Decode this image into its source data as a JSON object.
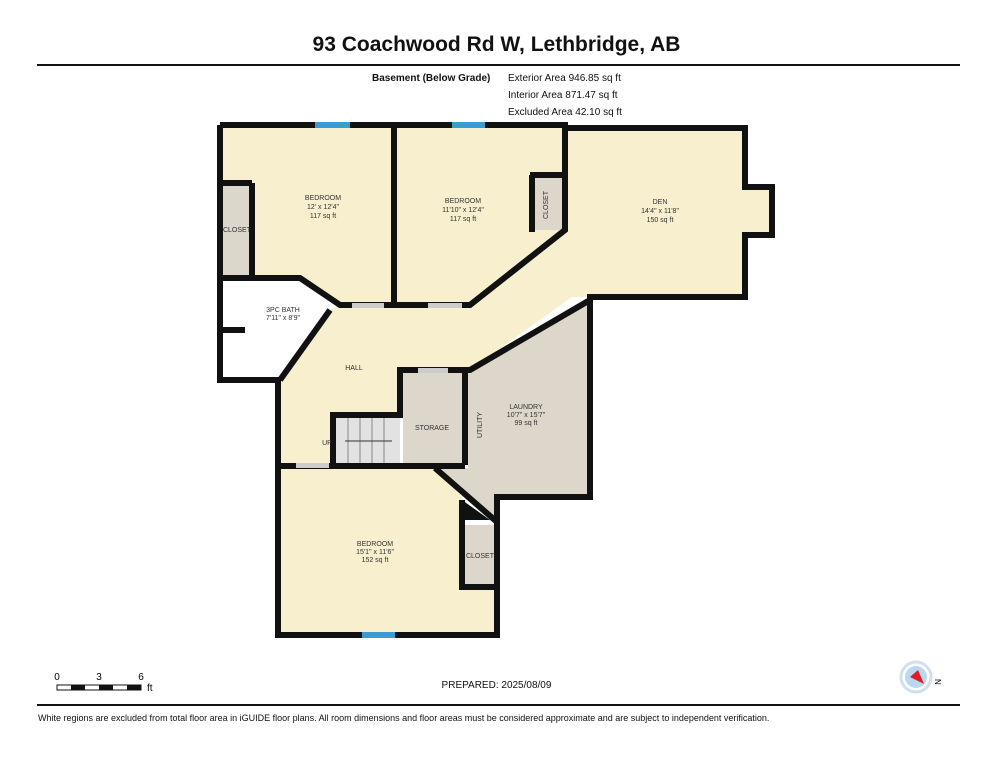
{
  "title": "93 Coachwood Rd W, Lethbridge, AB",
  "floor_label": "Basement (Below Grade)",
  "areas": [
    "Exterior Area 946.85 sq ft",
    "Interior Area 871.47 sq ft",
    "Excluded Area 42.10 sq ft"
  ],
  "rooms": {
    "bedroom1": {
      "name": "BEDROOM",
      "dims": "12' x 12'4\"",
      "area": "117 sq ft"
    },
    "bedroom2": {
      "name": "BEDROOM",
      "dims": "11'10\" x 12'4\"",
      "area": "117 sq ft"
    },
    "den": {
      "name": "DEN",
      "dims": "14'4\" x 11'8\"",
      "area": "150 sq ft"
    },
    "bath": {
      "name": "3PC BATH",
      "dims": "7'11\" x 8'9\""
    },
    "hall": {
      "name": "HALL"
    },
    "stairs": {
      "name": "UP"
    },
    "storage": {
      "name": "STORAGE"
    },
    "utility": {
      "name": "UTILITY"
    },
    "laundry": {
      "name": "LAUNDRY",
      "dims": "10'7\" x 15'7\"",
      "area": "99 sq ft"
    },
    "bedroom3": {
      "name": "BEDROOM",
      "dims": "15'1\" x 11'6\"",
      "area": "152 sq ft"
    },
    "closet1": {
      "name": "CLOSET"
    },
    "closet2": {
      "name": "CLOSET"
    },
    "closet3": {
      "name": "CLOSET"
    }
  },
  "scale": {
    "ticks": [
      "0",
      "3",
      "6"
    ],
    "unit": "ft"
  },
  "compass": {
    "label": "N"
  },
  "prepared": "PREPARED: 2025/08/09",
  "footer": "White regions are excluded from total floor area in iGUIDE floor plans. All room dimensions and floor areas must be considered approximate and are subject to independent verification.",
  "colors": {
    "room": "#f8efcf",
    "utility": "#ddd7cb",
    "wall": "#111111",
    "window": "#3b9bd3"
  }
}
